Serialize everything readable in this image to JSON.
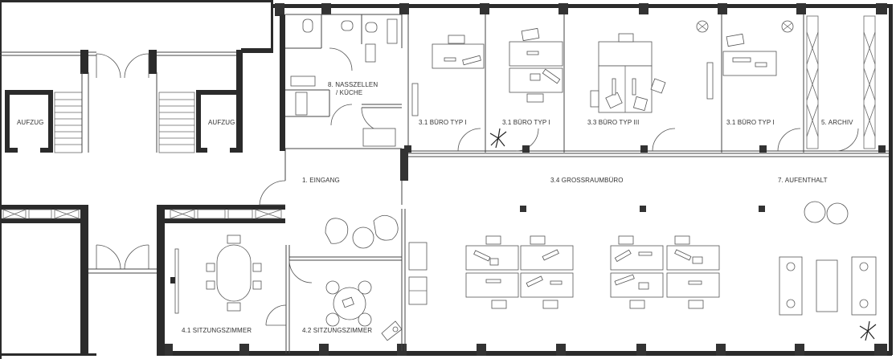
{
  "rooms": {
    "aufzug_left": "AUFZUG",
    "aufzug_right": "AUFZUG",
    "nasszellen_line1": "8. NASSZELLEN",
    "nasszellen_line2": "/ KÜCHE",
    "eingang": "1. EINGANG",
    "buero_1": "3.1 BÜRO TYP I",
    "buero_2": "3.1 BÜRO TYP I",
    "buero_3": "3.3 BÜRO TYP III",
    "buero_4": "3.1 BÜRO TYP I",
    "archiv": "5. ARCHIV",
    "grossraum": "3.4 GROSSRAUMBÜRO",
    "aufenthalt": "7. AUFENTHALT",
    "sitzung_1": "4.1 SITZUNGSZIMMER",
    "sitzung_2": "4.2 SITZUNGSZIMMER"
  },
  "colors": {
    "wall": "#2b2b2b",
    "line": "#444444",
    "background": "#ffffff"
  },
  "icons": [
    "plant-icon",
    "clock-icon"
  ]
}
